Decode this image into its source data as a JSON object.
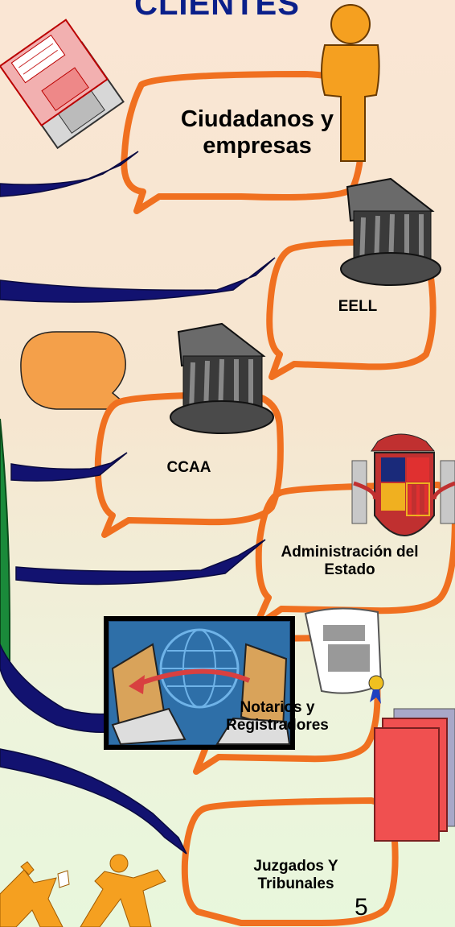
{
  "title": "CLIENTES",
  "clients": [
    {
      "id": "ciudadanos",
      "label": "Ciudadanos y empresas"
    },
    {
      "id": "eell",
      "label": "EELL"
    },
    {
      "id": "ccaa",
      "label": "CCAA"
    },
    {
      "id": "administracion",
      "label": "Administración del Estado"
    },
    {
      "id": "notarios",
      "label": "Notarios y Registradores"
    },
    {
      "id": "juzgados",
      "label": "Juzgados Y Tribunales"
    }
  ],
  "page_number": "5",
  "colors": {
    "bubble_border": "#f07020",
    "arrow": "#121270",
    "title": "#0a1f8a",
    "person": "#f5a020",
    "folder": "#f05050",
    "thought_bubble": "#f4a04a"
  },
  "icons": [
    "floppy-disks-icon",
    "person-icon",
    "government-building-icon",
    "coat-of-arms-icon",
    "computer-network-icon",
    "scroll-document-icon",
    "red-folders-icon",
    "running-people-icon",
    "thought-bubble-icon"
  ]
}
